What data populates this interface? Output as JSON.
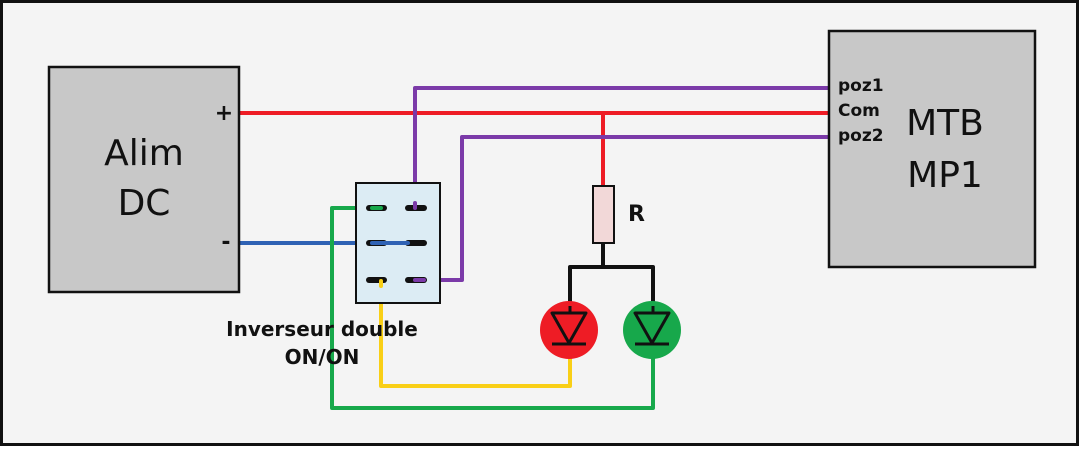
{
  "power_supply": {
    "line1": "Alim",
    "line2": "DC",
    "plus": "+",
    "minus": "-"
  },
  "controller": {
    "line1": "MTB",
    "line2": "MP1",
    "pins": {
      "poz1": "poz1",
      "com": "Com",
      "poz2": "poz2"
    }
  },
  "switch": {
    "caption_line1": "Inverseur double",
    "caption_line2": "ON/ON"
  },
  "resistor": {
    "label": "R"
  },
  "colors": {
    "background": "#f4f4f4",
    "box_fill": "#c8c8c8",
    "switch_fill": "#dcecf4",
    "resistor_fill": "#f2d8d8",
    "wire_positive": "#ee1c25",
    "wire_negative": "#2f62b4",
    "wire_purple": "#7b3aa8",
    "wire_green": "#17a84b",
    "wire_yellow": "#f9cf16",
    "wire_black": "#111111",
    "led_red": "#ee1c25",
    "led_green": "#17a84b"
  }
}
